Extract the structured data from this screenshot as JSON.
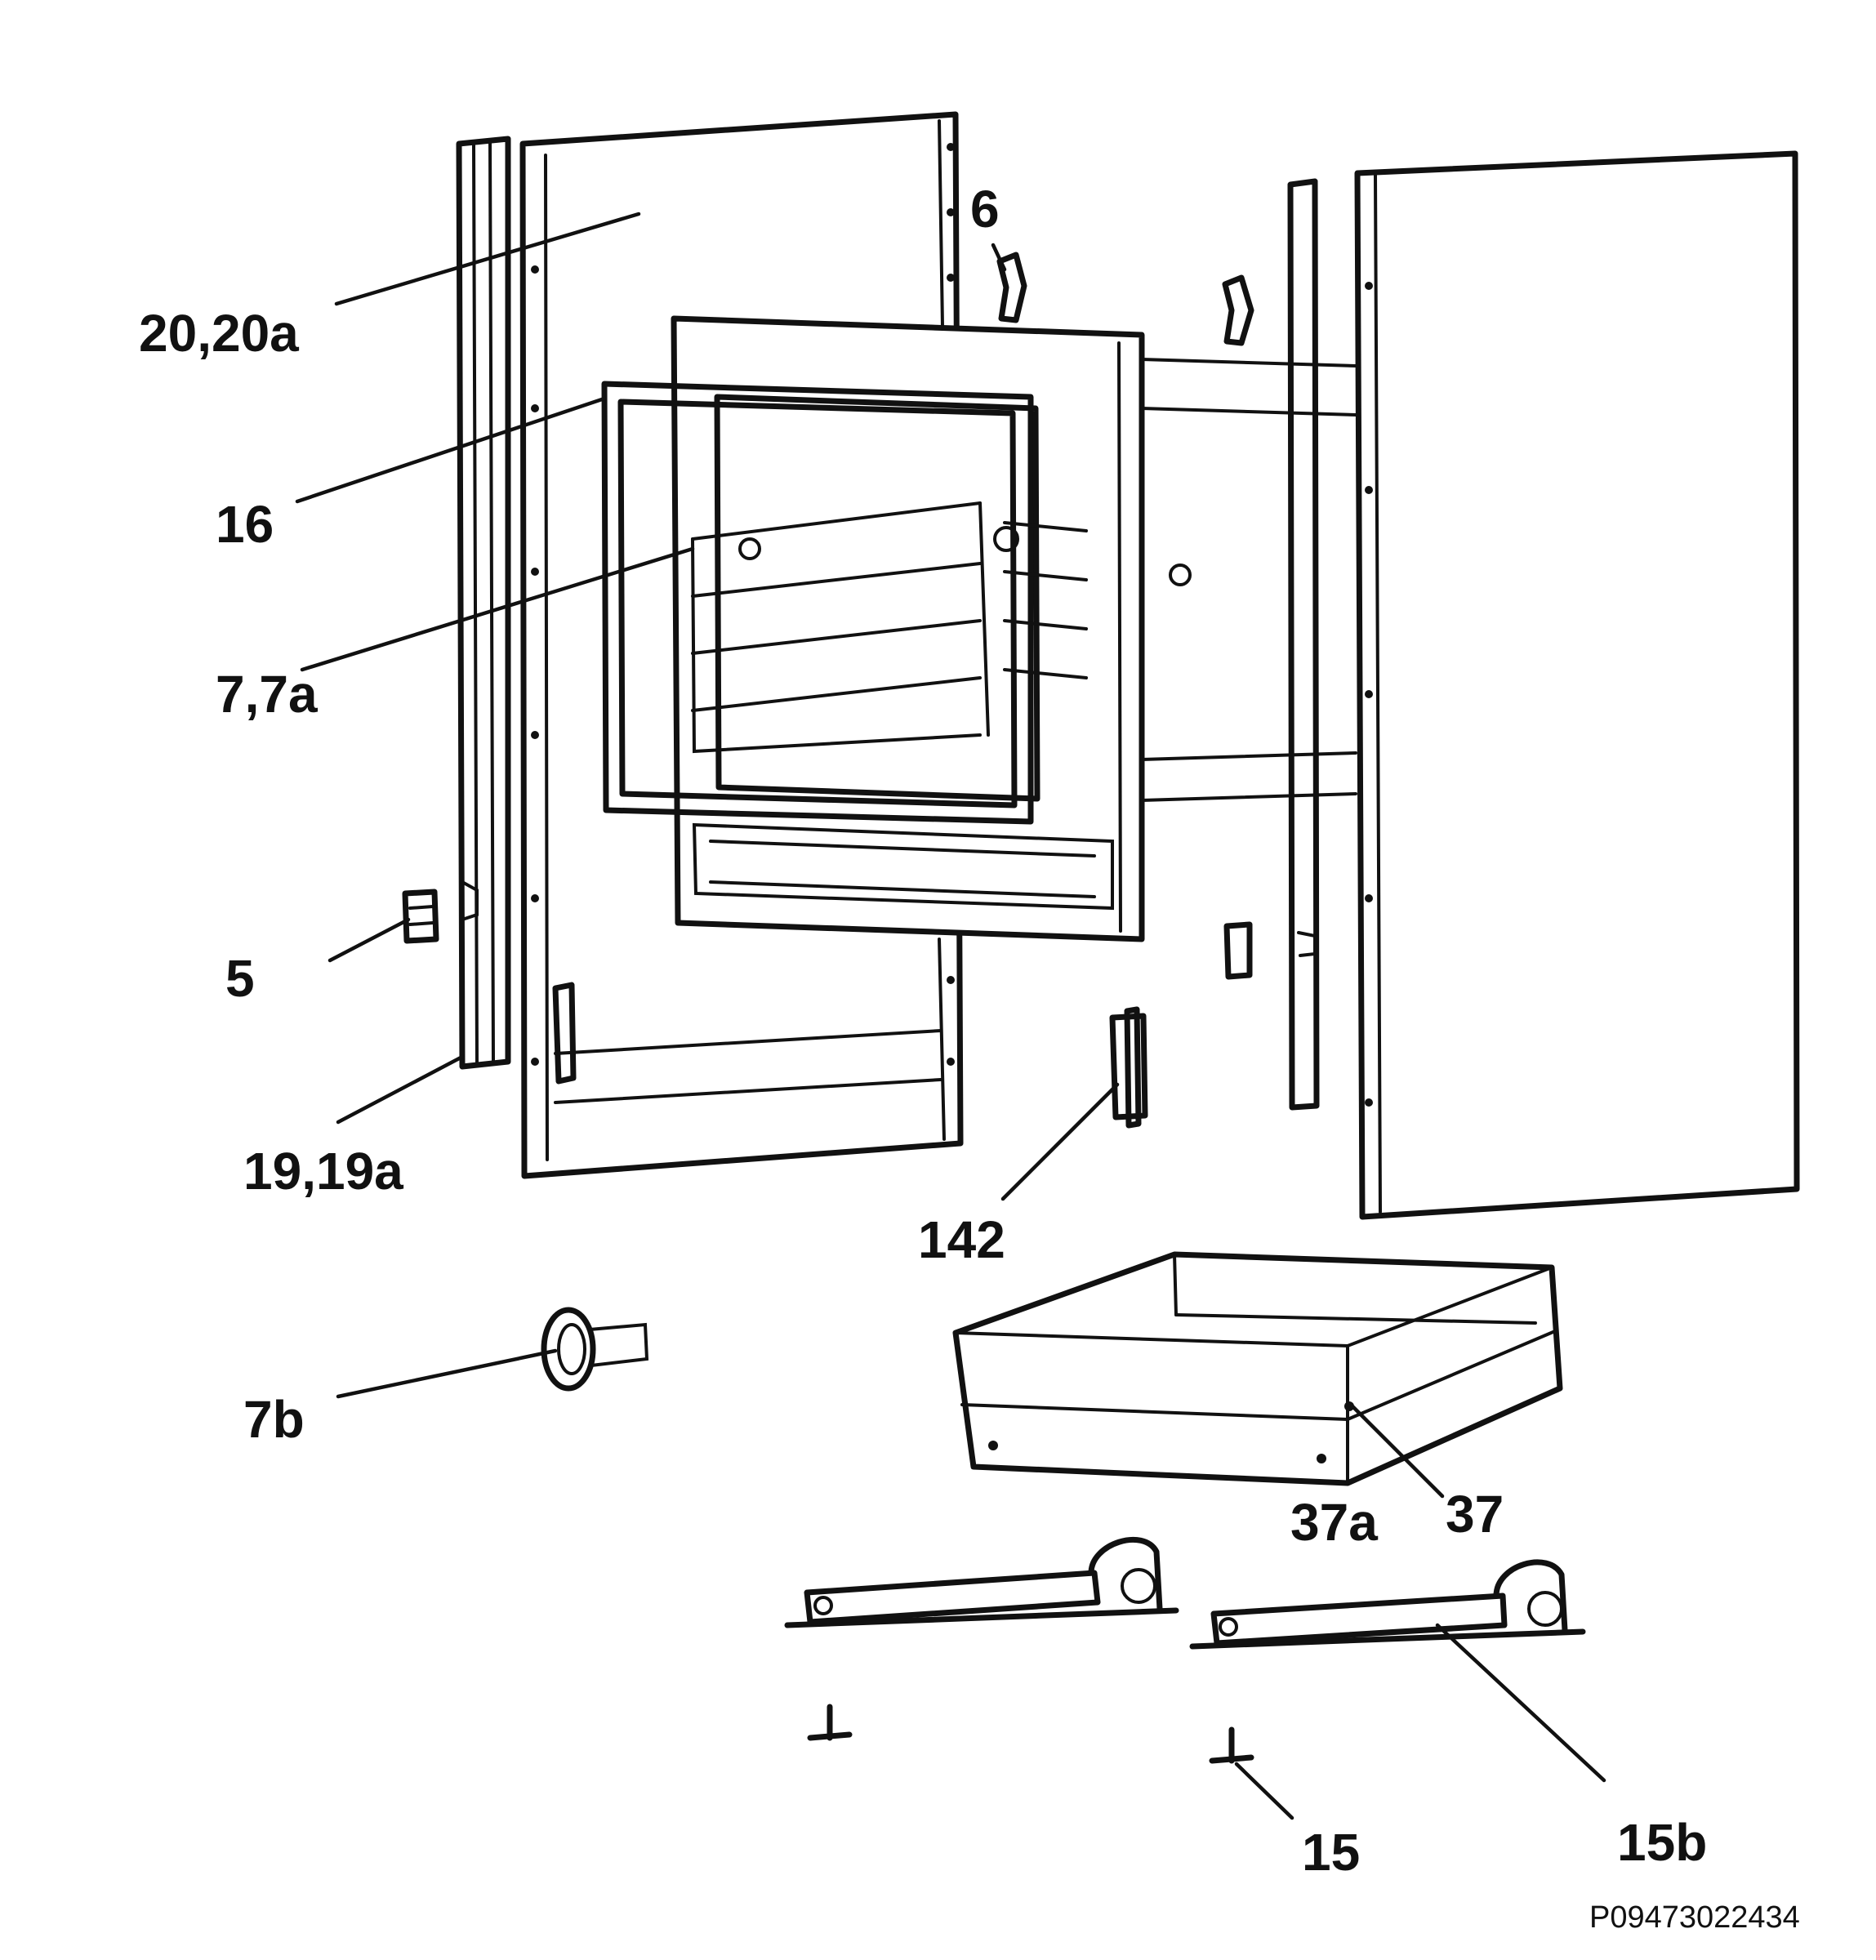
{
  "diagram": {
    "labels": {
      "p20": "20,20a",
      "p6": "6",
      "p16": "16",
      "p77a": "7,7a",
      "p5": "5",
      "p1919a": "19,19a",
      "p142": "142",
      "p7b": "7b",
      "p37a": "37a",
      "p37": "37",
      "p15": "15",
      "p15b": "15b"
    },
    "drawing_code": "P09473022434"
  }
}
